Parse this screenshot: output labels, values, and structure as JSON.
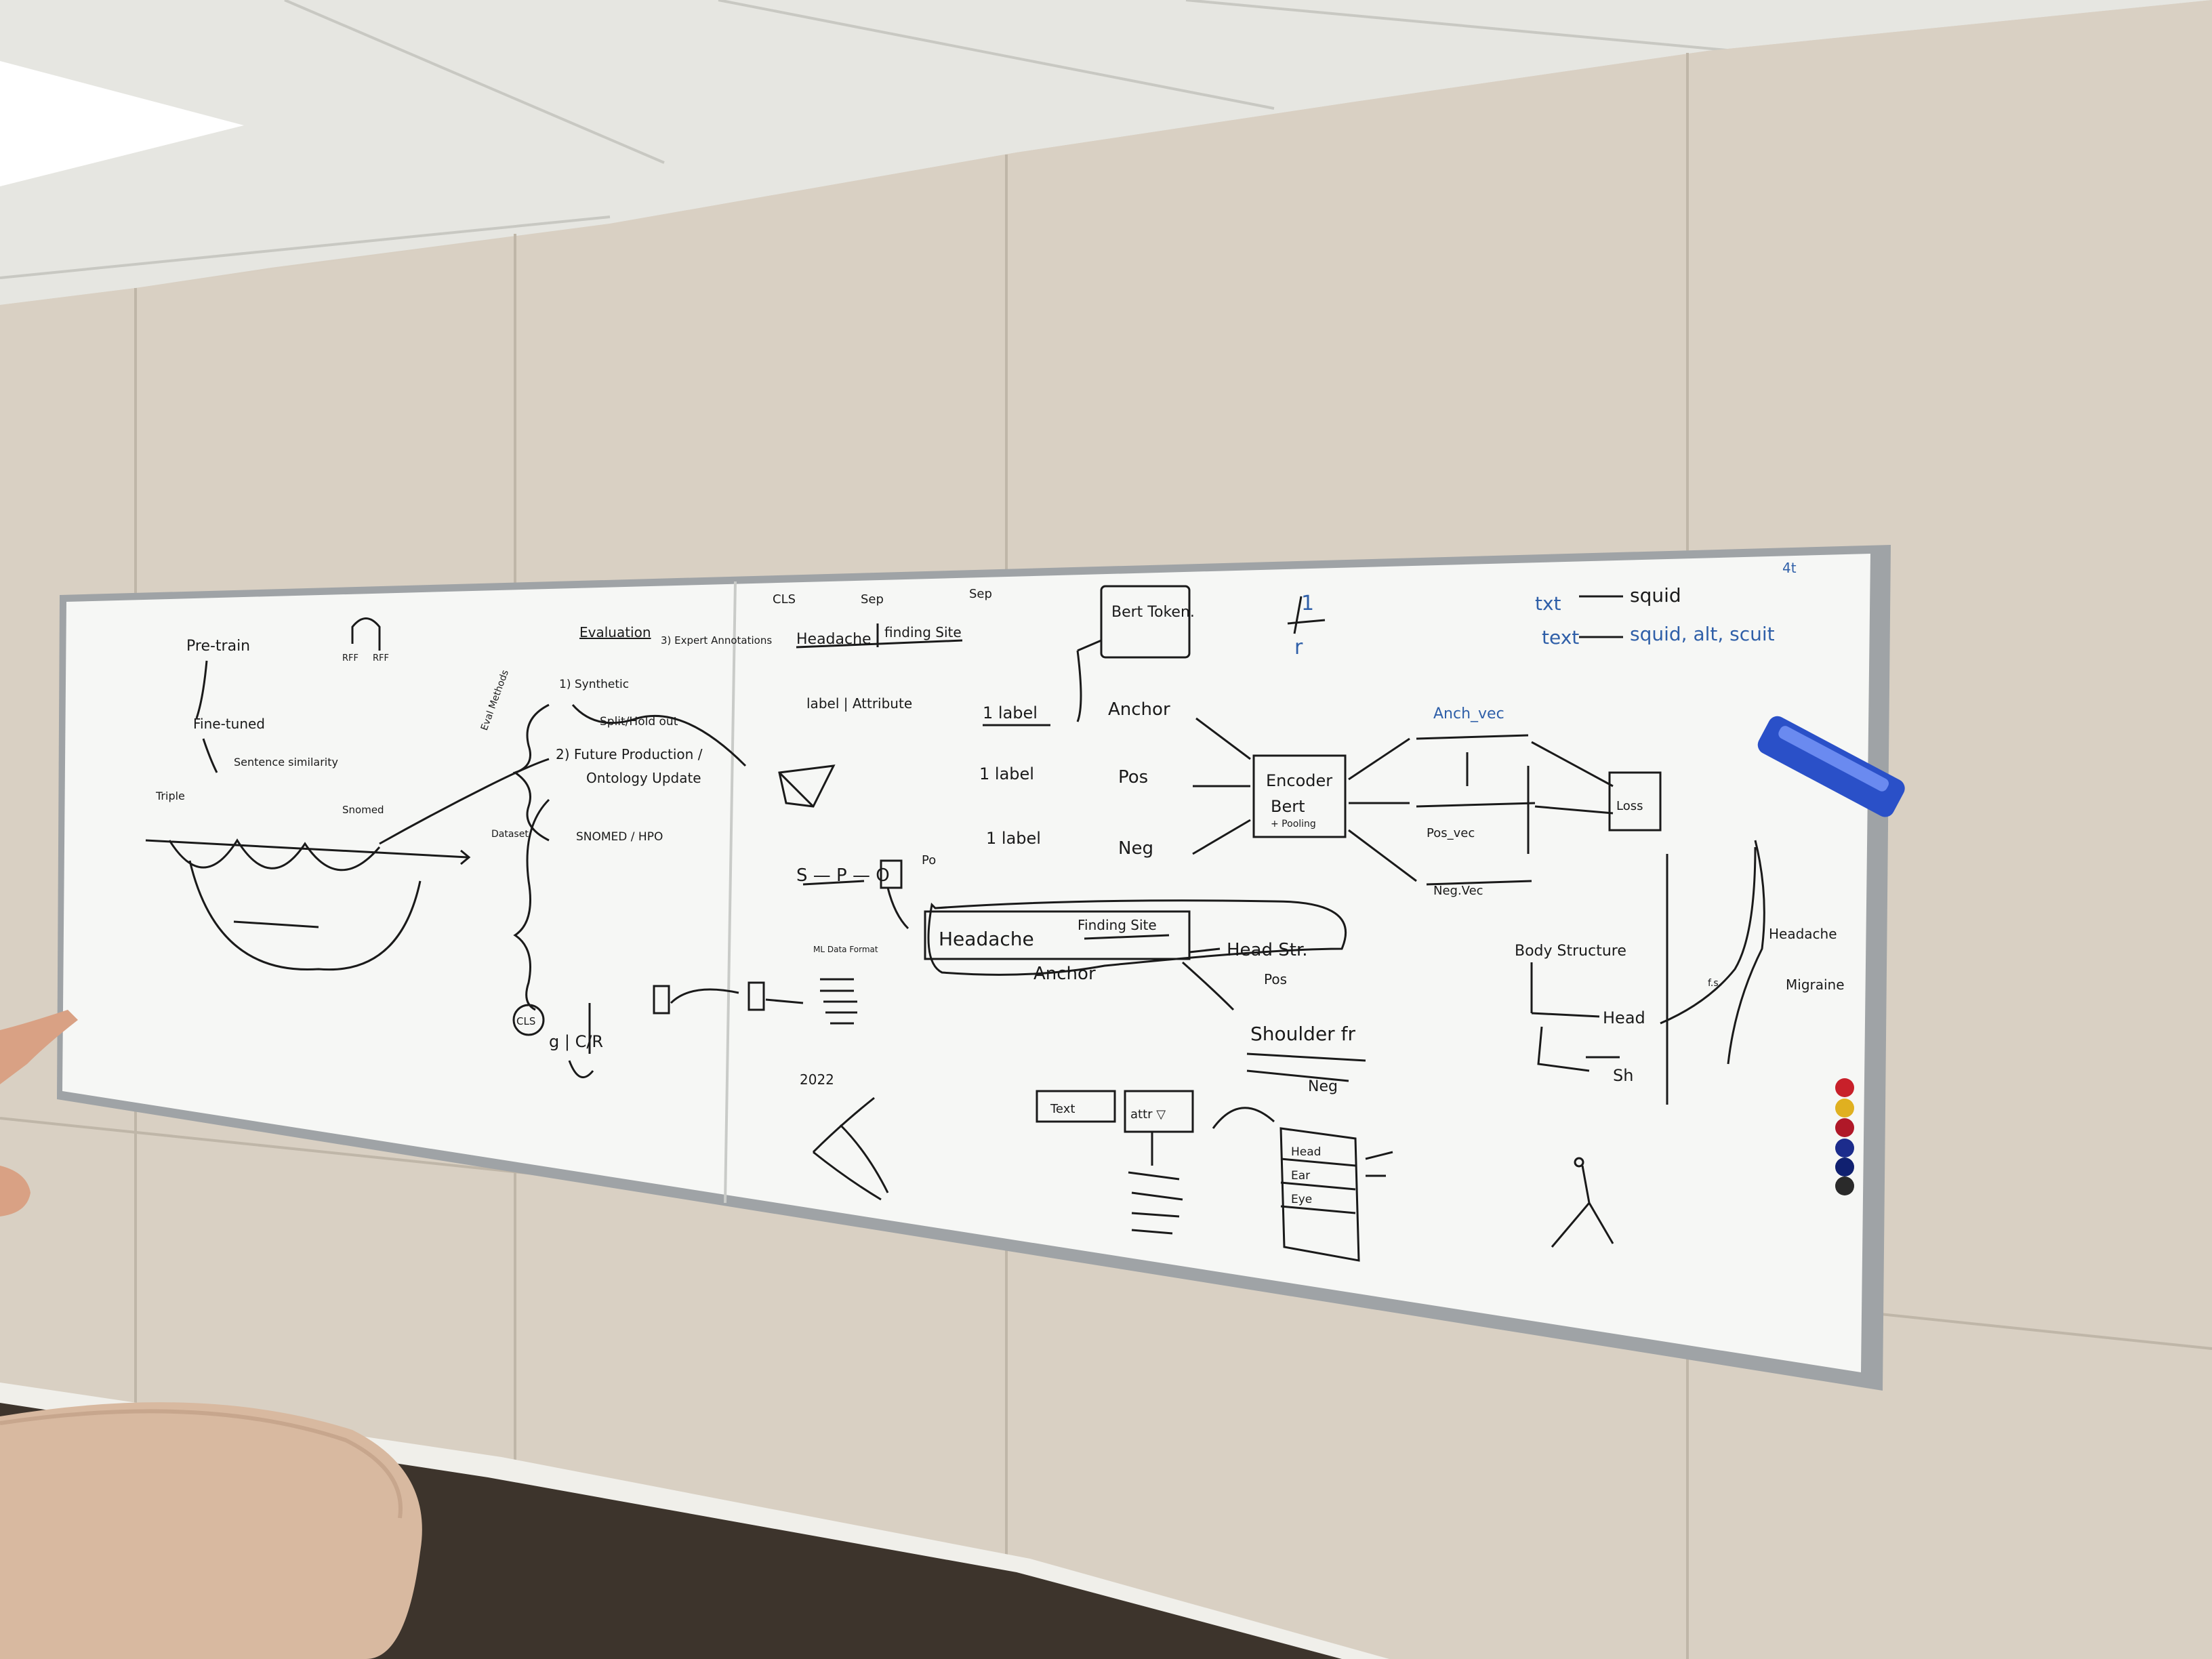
{
  "whiteboard": {
    "left_panel": {
      "pretrain": "Pre-train",
      "rff_a": "RFF",
      "rff_b": "RFF",
      "fine_tuned": "Fine-tuned",
      "sentence_similarity": "Sentence similarity",
      "triple": "Triple",
      "snomed_top": "Snomed",
      "evaluation": "Evaluation",
      "synthetic": "1) Synthetic",
      "split_holdout": "Split/Hold out",
      "future_production": "2) Future Production /",
      "ontology_update": "Ontology Update",
      "expert_annotations": "3) Expert Annotations",
      "eval_methods": "Eval Methods",
      "dataset": "Dataset",
      "snomed_hpo": "SNOMED / HPO",
      "cls_circle": "CLS",
      "cls_row": "g | C/R",
      "ml_data_format": "ML Data Format",
      "year": "2022"
    },
    "right_panel": {
      "cls": "CLS",
      "sep1": "Sep",
      "sep2": "Sep",
      "headache": "Headache",
      "finding_site": "finding Site",
      "label_attribute": "label | Attribute",
      "bert_tokenizer": "Bert Token.",
      "label_rows": [
        "1 label",
        "1 label",
        "1 label"
      ],
      "anchor": "Anchor",
      "pos": "Pos",
      "neg": "Neg",
      "encoder": "Encoder",
      "bert": "Bert",
      "pooling": "+ Pooling",
      "anch_vec": "Anch_vec",
      "pos_vec": "Pos_vec",
      "neg_vec": "Neg.Vec",
      "loss": "Loss",
      "fraction_num": "1",
      "fraction_den": "r",
      "txt": "txt",
      "squid": "squid",
      "text": "text",
      "squid_alt": "squid, alt, scuit",
      "corner_note": "4t",
      "spo": "S — P — O",
      "po": "Po",
      "headache_box": "Headache",
      "finding_site_box": "Finding Site",
      "head_str": "Head Str.",
      "pos_small": "Pos",
      "anchor_below": "Anchor",
      "shoulder": "Shoulder fr",
      "neg_small": "Neg",
      "text_box": "Text",
      "attr_box": "attr ▽",
      "table_rows": [
        "Head",
        "Ear",
        "Eye"
      ],
      "body_structure": "Body Structure",
      "head_short": "Head",
      "sh_short": "Sh",
      "headache_right": "Headache",
      "migraine": "Migraine",
      "fs": "f.s"
    }
  },
  "colors": {
    "wall": "#d8cfc2",
    "ceiling": "#e9e9e4",
    "board": "#f5f6f4",
    "frame": "#a9acaf",
    "ink": "#1a1a1a",
    "blue_ink": "#2f5fa8",
    "eraser": "#2a50c8",
    "magnets": [
      "#c8202a",
      "#e0b020",
      "#b01828",
      "#1c2c8c",
      "#102070",
      "#2a2a2a"
    ]
  }
}
